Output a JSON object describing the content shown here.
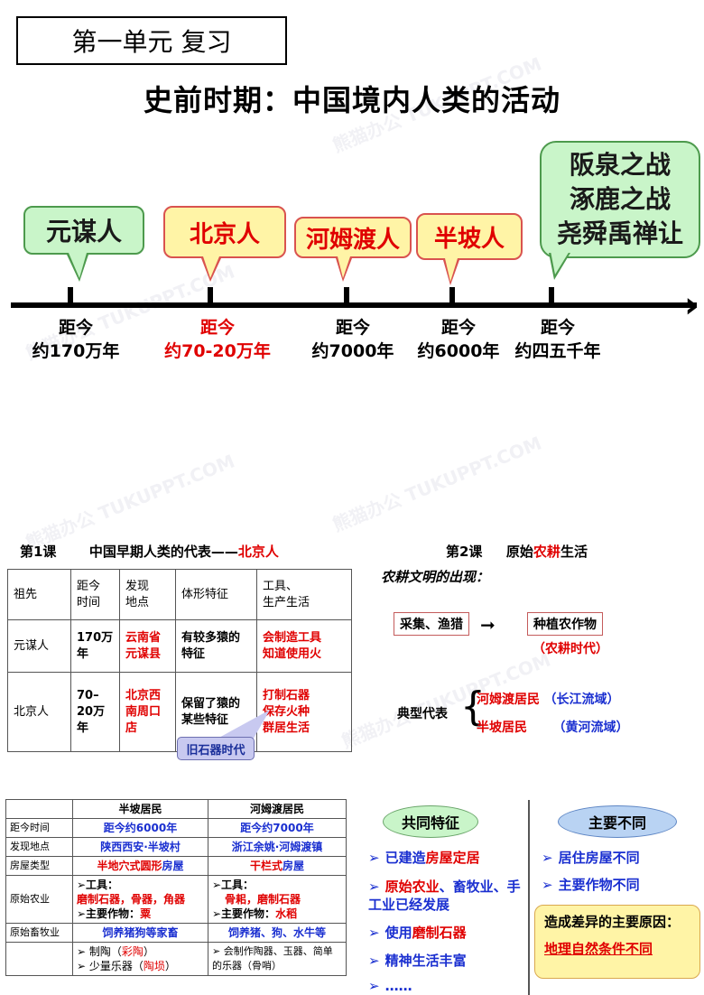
{
  "slide1": {
    "unit_label": "第一单元  复习",
    "title": "史前时期：中国境内人类的活动",
    "callouts": {
      "yuanmou": "元谋人",
      "beijing": "北京人",
      "hemudu": "河姆渡人",
      "banpo": "半坡人"
    },
    "wars": [
      "阪泉之战",
      "涿鹿之战",
      "尧舜禹禅让"
    ],
    "timeline": [
      {
        "line1": "距今",
        "line2": "约170万年"
      },
      {
        "line1": "距今",
        "line2": "约70-20万年"
      },
      {
        "line1": "距今",
        "line2": "约7000年"
      },
      {
        "line1": "距今",
        "line2": "约6000年"
      },
      {
        "line1": "距今",
        "line2": "约四五千年"
      }
    ]
  },
  "lesson1": {
    "prefix": "第1课",
    "title": "中国早期人类的代表——",
    "title_red": "北京人",
    "headers": [
      "祖先",
      "距今\n时间",
      "发现\n地点",
      "体形特征",
      "工具、\n生产生活"
    ],
    "rows": [
      {
        "ancestor": "元谋人",
        "time": "170万年",
        "place": "云南省元谋县",
        "body": "有较多猿的特征",
        "tools": [
          "会制造工具",
          "知道使用火"
        ]
      },
      {
        "ancestor": "北京人",
        "time": "70–20万年",
        "place": "北京西南周口店",
        "body": "保留了猿的某些特征",
        "tools": [
          "打制石器",
          "保存火种",
          "群居生活"
        ]
      }
    ],
    "callout": "旧石器时代"
  },
  "lesson2": {
    "prefix": "第2课",
    "title_a": "原始",
    "title_red": "农耕",
    "title_b": "生活",
    "subtitle": "农耕文明的出现：",
    "from": "采集、渔猎",
    "arrow": "➞",
    "to": "种植农作物",
    "era": "（农耕时代）",
    "typical_label": "典型代表",
    "reps": [
      {
        "name": "河姆渡居民",
        "region": "（长江流域）"
      },
      {
        "name": "半坡居民",
        "region": "（黄河流域）"
      }
    ]
  },
  "table2": {
    "headers": [
      "",
      "半坡居民",
      "河姆渡居民"
    ],
    "rows": [
      {
        "label": "距今时间",
        "banpo": "距今约6000年",
        "hemudu": "距今约7000年"
      },
      {
        "label": "发现地点",
        "banpo": "陕西西安·半坡村",
        "hemudu": "浙江余姚·河姆渡镇"
      },
      {
        "label": "房屋类型",
        "banpo_red": "半地穴式圆形",
        "banpo_rest": "房屋",
        "hemudu_red": "干栏式",
        "hemudu_rest": "房屋"
      }
    ],
    "agri_label": "原始农业",
    "agri_banpo_tool_label": "➢工具：",
    "agri_banpo_tools": "磨制石器，骨器，角器",
    "agri_banpo_crop_label": "➢主要作物：",
    "agri_banpo_crop": "粟",
    "agri_hemudu_tool_label": "➢工具：",
    "agri_hemudu_tools_a": "骨耜，",
    "agri_hemudu_tools_b": "磨制石器",
    "agri_hemudu_crop_label": "➢主要作物：",
    "agri_hemudu_crop": "水稻",
    "herd_label": "原始畜牧业",
    "herd_banpo": "饲养猪狗等家畜",
    "herd_hemudu": "饲养猪、狗、水牛等",
    "art_banpo_1": "➢ 制陶（",
    "art_banpo_1_red": "彩陶",
    "art_banpo_1_end": "）",
    "art_banpo_2": "➢ 少量乐器（",
    "art_banpo_2_red": "陶埙",
    "art_banpo_2_end": "）",
    "art_hemudu": "➢ 会制作陶器、玉器、简单的乐器（骨哨）"
  },
  "compare": {
    "common": "共同特征",
    "diff": "主要不同",
    "common_items": [
      {
        "a": "已建造",
        "red": "房屋定居",
        "b": ""
      },
      {
        "a": "",
        "red": "原始农业",
        "b": "、畜牧业、手工业已经发展"
      },
      {
        "a": "使用",
        "red": "磨制石器",
        "b": ""
      },
      {
        "a": "精神生活丰富",
        "red": "",
        "b": ""
      },
      {
        "a": "……",
        "red": "",
        "b": ""
      }
    ],
    "diff_items": [
      "居住房屋不同",
      "主要作物不同"
    ],
    "bullet": "➢",
    "reason_title": "造成差异的主要原因：",
    "reason": "地理自然条件不同"
  },
  "watermark": "熊猫办公 TUKUPPT.COM"
}
